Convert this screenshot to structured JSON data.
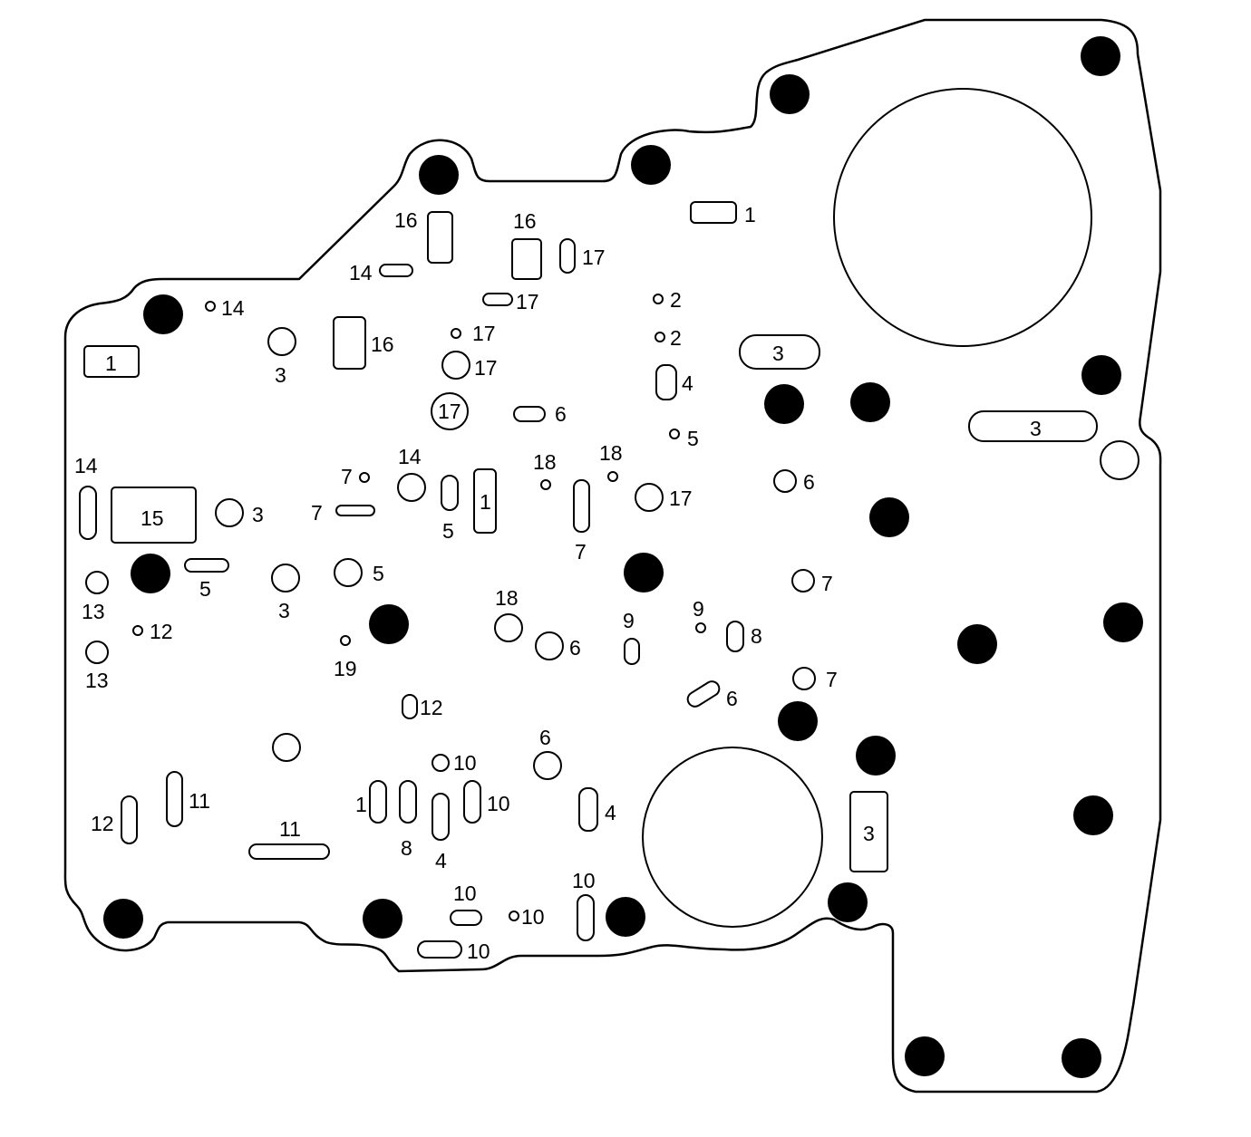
{
  "colors": {
    "background": "#ffffff",
    "line": "#000000",
    "bolt": "#000000"
  },
  "labels": {
    "1": "1",
    "2": "2",
    "3": "3",
    "4": "4",
    "5": "5",
    "6": "6",
    "7": "7",
    "8": "8",
    "9": "9",
    "10": "10",
    "11": "11",
    "12": "12",
    "13": "13",
    "14": "14",
    "15": "15",
    "16": "16",
    "17": "17",
    "18": "18",
    "19": "19"
  }
}
